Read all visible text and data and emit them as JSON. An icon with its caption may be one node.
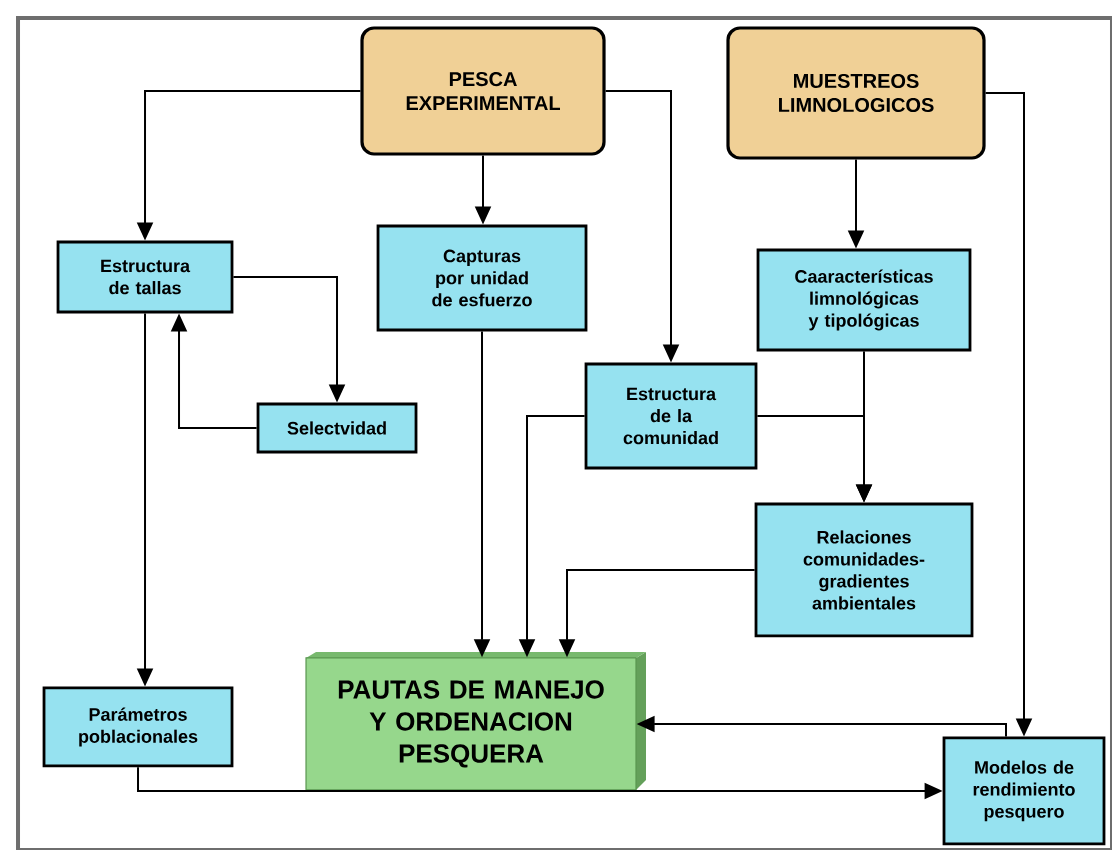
{
  "diagram": {
    "nodes": [
      {
        "text": [
          "PESCA EXPERIMENTAL"
        ]
      },
      {
        "text": [
          "MUESTREOS LIMNOLOGICOS"
        ]
      },
      {
        "text": [
          "Estructura de tallas"
        ]
      },
      {
        "text": [
          "Capturas por unidad de esfuerzo"
        ]
      },
      {
        "text": [
          "Caaracterísticas limnológicas y tipológicas"
        ]
      },
      {
        "text": [
          "Selectvidad"
        ]
      },
      {
        "text": [
          "Estructura de la comunidad"
        ]
      },
      {
        "text": [
          "Relaciones comunidades-gradientes ambientales"
        ]
      },
      {
        "text": [
          "PAUTAS DE MANEJO Y ORDENACION PESQUERA"
        ]
      },
      {
        "text": [
          "Parámetros poblacionales"
        ]
      },
      {
        "text": [
          "Modelos de rendimiento pesquero"
        ]
      }
    ],
    "edges": [
      {
        "from": 0,
        "to": 2,
        "arrow": "to"
      },
      {
        "from": 0,
        "to": 3,
        "arrow": "to"
      },
      {
        "from": 0,
        "to": 6,
        "arrow": "to"
      },
      {
        "from": 1,
        "to": 4,
        "arrow": "to"
      },
      {
        "from": 1,
        "to": 10,
        "arrow": "to"
      },
      {
        "from": 2,
        "to": 5,
        "arrow": "to"
      },
      {
        "from": 5,
        "to": 2,
        "arrow": "to"
      },
      {
        "from": 2,
        "to": 9,
        "arrow": "to"
      },
      {
        "from": 3,
        "to": 8,
        "arrow": "to"
      },
      {
        "from": 6,
        "to": 8,
        "arrow": "to"
      },
      {
        "from": 4,
        "to": 7,
        "arrow": "to"
      },
      {
        "from": 6,
        "to": 7,
        "arrow": "to"
      },
      {
        "from": 7,
        "to": 8,
        "arrow": "to"
      },
      {
        "from": 10,
        "to": 8,
        "arrow": "to"
      },
      {
        "from": 9,
        "to": 10,
        "arrow": "to"
      }
    ]
  }
}
